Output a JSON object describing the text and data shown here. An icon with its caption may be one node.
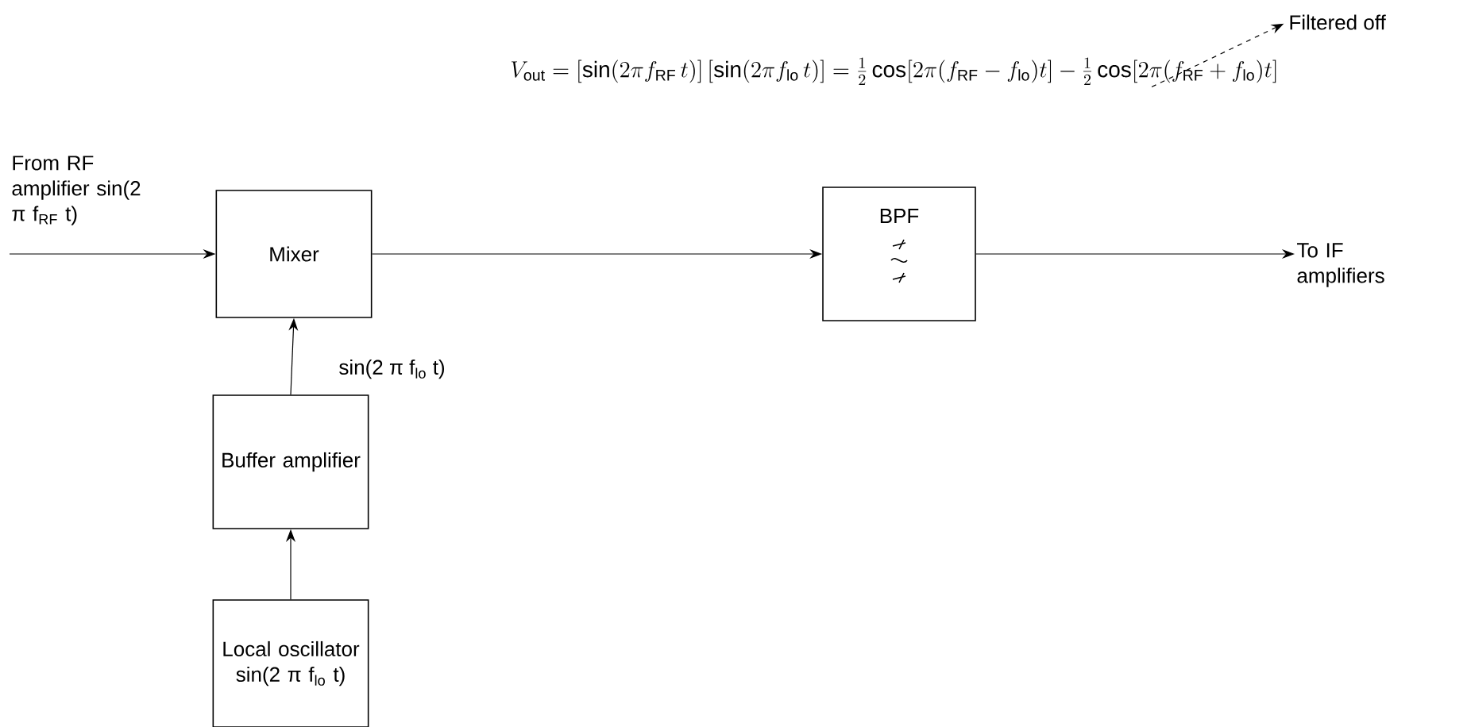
{
  "diagram": {
    "nodes": [
      {
        "text": [
          "V_{\\mathrm{out}} = [\\sin(2\\pi f_{\\mathrm{RF}}\\,t)]\\,[\\sin(2\\pi f_{\\mathrm{lo}}\\,t)] = \\frac{1}{2}\\cos[2\\pi(f_{\\mathrm{RF}}-f_{\\mathrm{lo}})t] - \\frac{1}{2}\\cos[2\\pi(f_{\\mathrm{RF}}+f_{\\mathrm{lo}})t]"
        ]
      },
      {
        "text": [
          "Filtered off"
        ]
      },
      {
        "text": [
          "From RF amplifier sin(2 π f$_{RF}$ t)"
        ]
      },
      {
        "text": [
          "Mixer"
        ]
      },
      {
        "text": [
          "BPF"
        ]
      },
      {
        "text": [
          "To IF amplifiers"
        ]
      },
      {
        "text": [
          "Buffer amplifier"
        ]
      },
      {
        "text": [
          "Local oscillator",
          "sin(2 π f$_{lo}$ t)"
        ]
      }
    ],
    "edges": [
      {
        "from": 0,
        "to": 1,
        "arrow": "to",
        "style": "dashed"
      },
      {
        "from": 2,
        "to": 3,
        "arrow": "to"
      },
      {
        "from": 3,
        "to": 4,
        "arrow": "to"
      },
      {
        "from": 4,
        "to": 5,
        "arrow": "to"
      },
      {
        "from": 6,
        "to": 3,
        "arrow": "to",
        "label": "sin(2 π f$_{lo}$ t)"
      },
      {
        "from": 7,
        "to": 6,
        "arrow": "to"
      }
    ]
  }
}
